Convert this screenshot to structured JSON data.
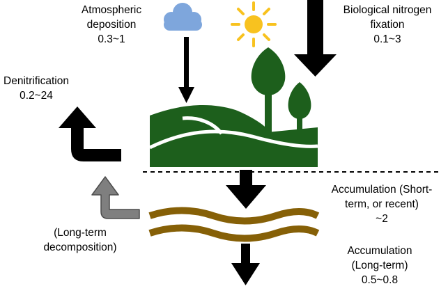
{
  "labels": {
    "atmospheric": {
      "line1": "Atmospheric",
      "line2": "deposition",
      "value": "0.3~1"
    },
    "biological": {
      "line1": "Biological nitrogen",
      "line2": "fixation",
      "value": "0.1~3"
    },
    "denitrification": {
      "line1": "Denitrification",
      "value": "0.2~24"
    },
    "accumulation_short": {
      "line1": "Accumulation (Short-",
      "line2": "term, or recent)",
      "value": "~2"
    },
    "accumulation_long": {
      "line1": "Accumulation",
      "line2": "(Long-term)",
      "value": "0.5~0.8"
    },
    "long_term_decomposition": {
      "line1": "(Long-term",
      "line2": "decomposition)"
    }
  },
  "icons": {
    "cloud": "cloud-icon",
    "sun": "sun-icon",
    "landscape": "landscape-icon",
    "soil_layers": "soil-layers-icon"
  },
  "colors": {
    "cloud": "#7ea6dc",
    "sun": "#f8c21f",
    "land": "#1d5f1c",
    "soil": "#866007",
    "arrow": "#000000",
    "arrow_gray": "#7f7f7f"
  }
}
